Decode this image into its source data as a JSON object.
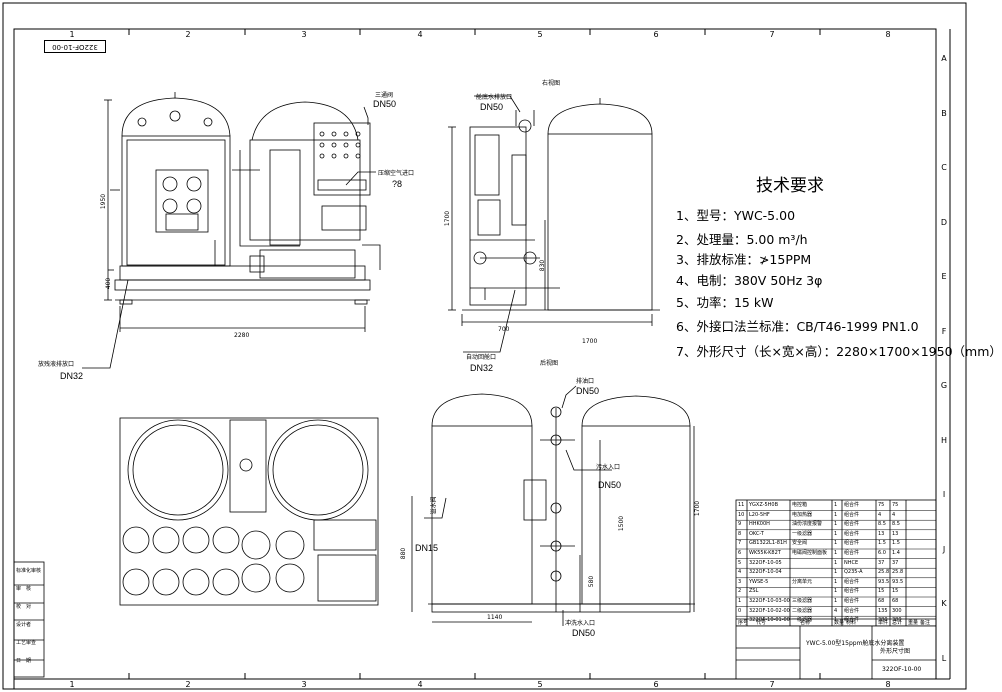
{
  "drawing_number": "322OF-10-00",
  "zones": {
    "columns": [
      "1",
      "2",
      "3",
      "4",
      "5",
      "6",
      "7",
      "8"
    ],
    "rows": [
      "A",
      "B",
      "C",
      "D",
      "E",
      "F",
      "G",
      "H",
      "I",
      "J",
      "K",
      "L"
    ]
  },
  "tech": {
    "title": "技术要求",
    "items": [
      "1、型号：YWC-5.00",
      "2、处理量：5.00 m³/h",
      "3、排放标准：≯15PPM",
      "4、电制：380V 50Hz 3φ",
      "5、功率：15 kW",
      "6、外接口法兰标准：CB/T46-1999 PN1.0",
      "7、外形尺寸（长×宽×高）：2280×1700×1950（mm）"
    ]
  },
  "front_view": {
    "three_way_valve": "三通阀",
    "three_way_dn": "DN50",
    "air_inlet": "压缩空气进口",
    "air_dn": "?8",
    "drain": "放残液排放口",
    "drain_dn": "DN32",
    "dim_height": "1950",
    "dim_base": "400",
    "dim_width": "2280"
  },
  "side_view": {
    "top_note": "右视图",
    "inlet": "舱底水排放口",
    "inlet_dn": "DN50",
    "return": "自动回舱口",
    "return_dn": "DN32",
    "dim_h": "1700",
    "dim_mid": "830",
    "dim_left": "700",
    "dim_right": "1700"
  },
  "rear_view": {
    "top_note": "后视图",
    "outlet": "排油口",
    "outlet_dn": "DN50",
    "sewage_in": "污水入口",
    "sewage_dn": "DN50",
    "overflow": "溢水阀",
    "overflow_dn": "DN15",
    "flush": "冲洗水入口",
    "flush_dn": "DN50",
    "dim_h1": "1700",
    "dim_h2": "1500",
    "dim_h3": "880",
    "dim_h4": "580",
    "dim_w": "1140"
  },
  "left_block": [
    "标准化审核",
    "审　核",
    "校　对",
    "设计者",
    "工艺审查",
    "日　期"
  ],
  "title_block": {
    "drawing_title": "YWC-5.00型15ppm舱底水分离装置",
    "company": "外形尺寸图",
    "number": "322OF-10-00",
    "bom": [
      [
        "11",
        "YGXZ-5H0B",
        "电控箱",
        "1",
        "组合件",
        "75",
        "75"
      ],
      [
        "10",
        "L20-5HF",
        "电加热器",
        "1",
        "组合件",
        "4",
        "4"
      ],
      [
        "9",
        "HHK00H",
        "油份浓度报警",
        "1",
        "组合件",
        "8.5",
        "8.5"
      ],
      [
        "8",
        "OKC-T",
        "一级滤器",
        "1",
        "组合件",
        "13",
        "13"
      ],
      [
        "7",
        "GB1322L1-81H",
        "安全阀",
        "1",
        "组合件",
        "1.5",
        "1.5"
      ],
      [
        "6",
        "WK55K-K82T",
        "电磁阀控制面板",
        "1",
        "组合件",
        "6.0",
        "1.4"
      ],
      [
        "5",
        "322OF-10-05",
        "",
        "1",
        "NHCE",
        "37",
        "37"
      ],
      [
        "4",
        "322OF-10-04",
        "",
        "1",
        "Q235-A",
        "25.8",
        "25.8"
      ],
      [
        "3",
        "YWSE-5",
        "分离单元",
        "1",
        "组合件",
        "93.5",
        "93.5"
      ],
      [
        "2",
        "ZSL",
        "",
        "1",
        "组合件",
        "15",
        "15"
      ],
      [
        "1",
        "322OF-10-03-00",
        "三级滤器",
        "1",
        "组合件",
        "68",
        "68"
      ],
      [
        "0",
        "322OF-10-02-00",
        "二级滤器",
        "4",
        "组合件",
        "135",
        "300"
      ],
      [
        "",
        "322OF-10-01-00",
        "一级滤器",
        "1",
        "组合件",
        "380",
        "380"
      ]
    ],
    "headers": [
      "序号",
      "代号",
      "名称",
      "数量",
      "材料",
      "单件",
      "总计",
      "重量",
      "备注"
    ]
  }
}
